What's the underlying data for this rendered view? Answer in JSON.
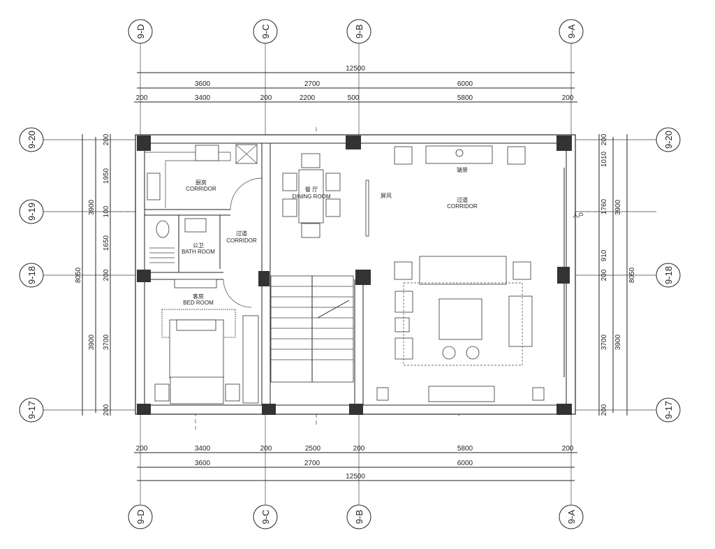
{
  "axes": {
    "vertical": [
      "9-D",
      "9-C",
      "9-B",
      "9-A"
    ],
    "horizontal": [
      "9-20",
      "9-19",
      "9-18",
      "9-17"
    ]
  },
  "dims_top": {
    "total": "12500",
    "row2": [
      "3600",
      "2700",
      "6000"
    ],
    "row3": [
      "200",
      "3400",
      "200",
      "2200",
      "500",
      "5800",
      "200"
    ]
  },
  "dims_bottom": {
    "row1": [
      "200",
      "3400",
      "200",
      "2500",
      "200",
      "5800",
      "200"
    ],
    "row2": [
      "3600",
      "2700",
      "6000"
    ],
    "total": "12500"
  },
  "dims_left": {
    "total": "8050",
    "row2": [
      "3900",
      "3900"
    ],
    "row3": [
      "200",
      "1950",
      "100",
      "1650",
      "200",
      "3700",
      "200"
    ]
  },
  "dims_right": {
    "total": "8050",
    "row2": [
      "3900",
      "3900"
    ],
    "row3": [
      "200",
      "1010",
      "1760",
      "910",
      "200",
      "3700",
      "200"
    ]
  },
  "rooms": {
    "kitchen": {
      "cn": "厨房",
      "en": "CORRIDOR"
    },
    "corridor_small": {
      "cn": "过道",
      "en": "CORRIDOR"
    },
    "bath": {
      "cn": "公卫",
      "en": "BATH ROOM"
    },
    "bedroom": {
      "cn": "客房",
      "en": "BED ROOM"
    },
    "dining": {
      "cn": "餐 厅",
      "en": "DINING ROOM"
    },
    "corridor_main": {
      "cn": "过道",
      "en": "CORRIDOR"
    },
    "feature_wall": "端景",
    "screen": "屏风",
    "entry": "入户"
  }
}
